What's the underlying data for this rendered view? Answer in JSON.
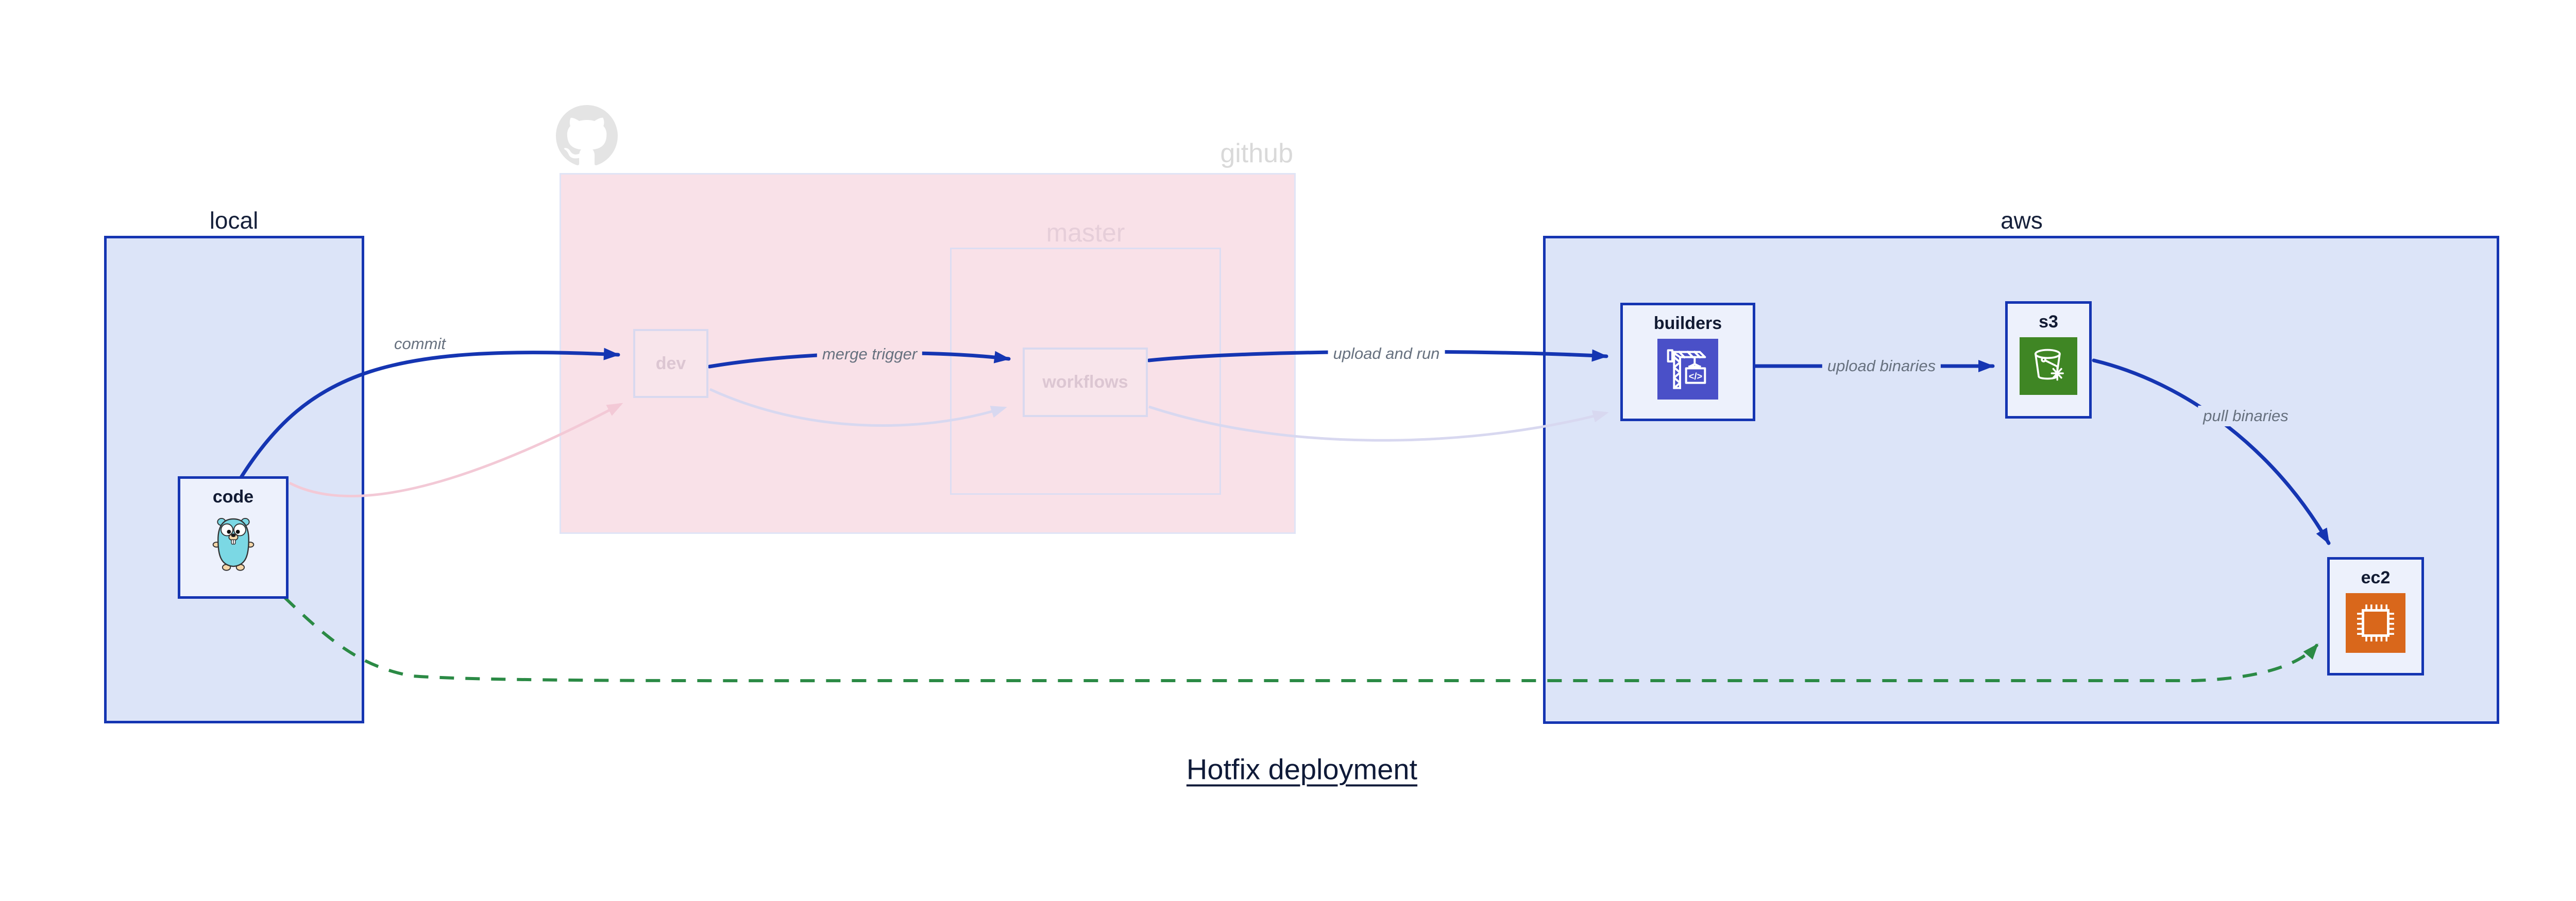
{
  "title": {
    "text": "Hotfix deployment"
  },
  "regions": {
    "local": {
      "label": "local"
    },
    "github": {
      "label": "github"
    },
    "master": {
      "label": "master"
    },
    "aws": {
      "label": "aws"
    }
  },
  "nodes": {
    "code": {
      "label": "code"
    },
    "dev": {
      "label": "dev"
    },
    "workflows": {
      "label": "workflows"
    },
    "builders": {
      "label": "builders"
    },
    "s3": {
      "label": "s3"
    },
    "ec2": {
      "label": "ec2"
    }
  },
  "edges": {
    "commit": {
      "label": "commit"
    },
    "merge_trigger": {
      "label": "merge trigger"
    },
    "upload_and_run": {
      "label": "upload and run"
    },
    "upload_binaries": {
      "label": "upload binaries"
    },
    "pull_binaries": {
      "label": "pull binaries"
    }
  },
  "icons": {
    "gopher": "go-gopher",
    "octocat": "github-octocat",
    "codebuild_glyph": "</>"
  },
  "colors": {
    "accent_blue": "#1535b2",
    "region_blue_fill": "#dce4f8",
    "region_pink_fill": "#f9e1e8",
    "node_fill": "#edf1fc",
    "faded_border": "#d9d9ef",
    "faded_pink_edge": "#f3c9d6",
    "faded_lavender_edge": "#d8d8f0",
    "green_dashed": "#2b8a45",
    "edge_label_gray": "#67717f",
    "codebuild_icon_bg": "#4a50c8",
    "s3_icon_bg": "#3f8624",
    "ec2_icon_bg": "#d9671b",
    "dark_text": "#121b33"
  }
}
